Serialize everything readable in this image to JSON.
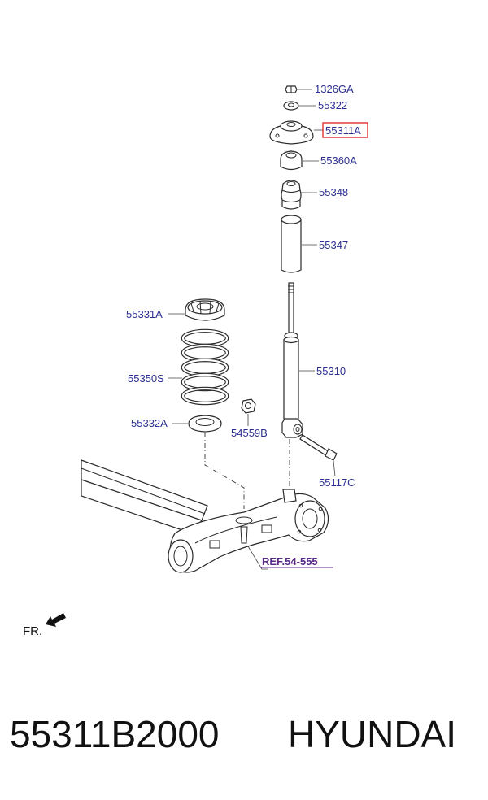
{
  "labels": {
    "p1326GA": "1326GA",
    "p55322": "55322",
    "p55311A": "55311A",
    "p55360A": "55360A",
    "p55348": "55348",
    "p55347": "55347",
    "p55331A": "55331A",
    "p55350S": "55350S",
    "p55332A": "55332A",
    "p54559B": "54559B",
    "p55310": "55310",
    "p55117C": "55117C",
    "ref": "REF.54-555",
    "front": "FR."
  },
  "highlight_color": "#e02020",
  "caption": {
    "part_number": "55311B2000",
    "brand": "HYUNDAI"
  }
}
